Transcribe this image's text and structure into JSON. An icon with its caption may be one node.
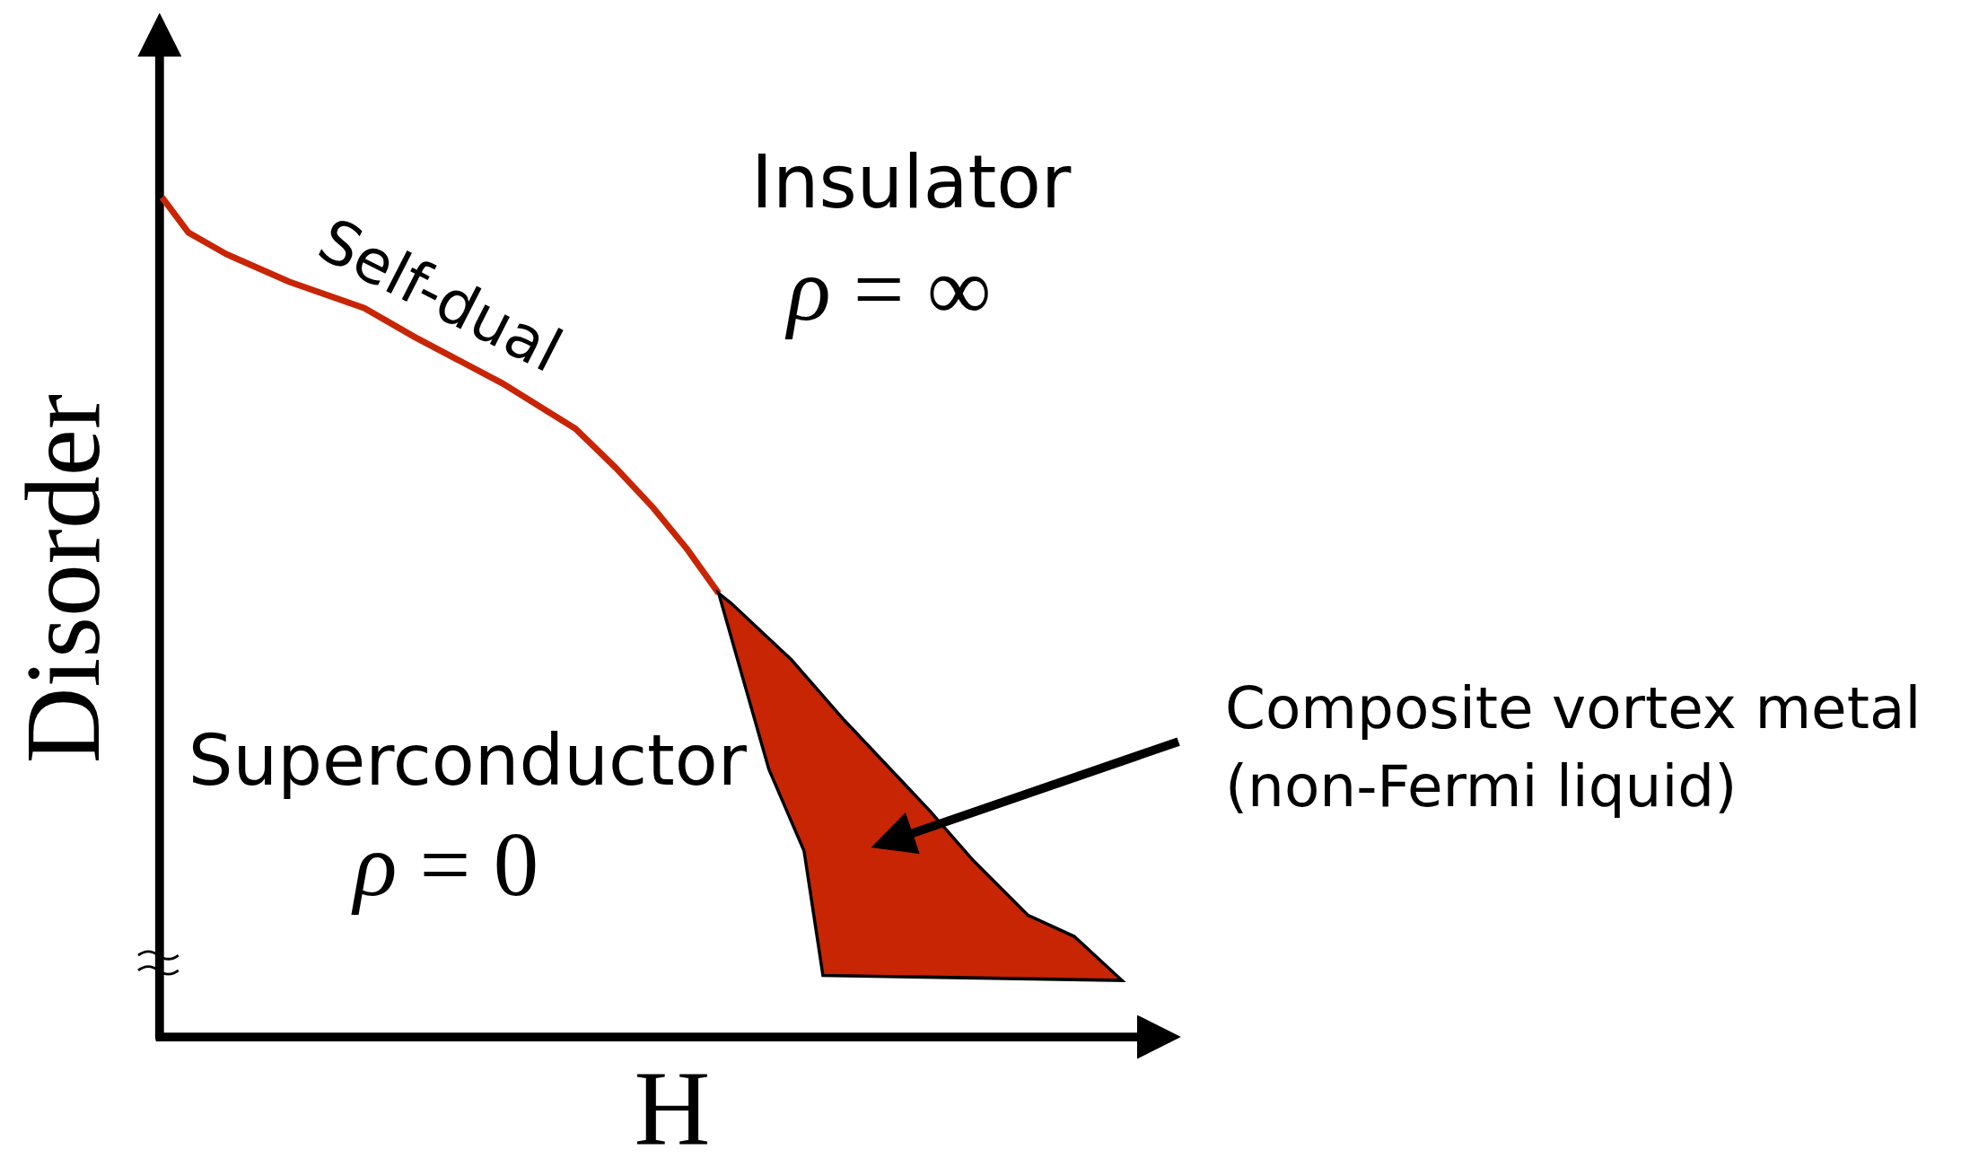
{
  "diagram": {
    "nodes": [
      {
        "text": [
          "Composite vortex metal (non-Fermi liquid)"
        ]
      },
      {
        "text": [],
        "shape": "polygon"
      }
    ],
    "edges": [
      {
        "from": 0,
        "to": 1,
        "arrow": "to"
      }
    ],
    "labels": [
      "Insulator",
      "*ρ* = ∞",
      "Self-dual",
      "Superconductor",
      "*ρ* = 0",
      "Disorder",
      "H"
    ]
  }
}
